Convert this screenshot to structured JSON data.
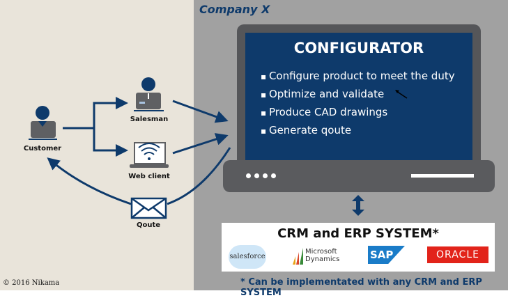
{
  "company_label": "Company X",
  "configurator": {
    "title": "CONFIGURATOR",
    "bullets": [
      "Configure product to meet the duty",
      "Optimize and validate",
      "Produce CAD drawings",
      "Generate qoute"
    ]
  },
  "actors": {
    "customer": "Customer",
    "salesman": "Salesman",
    "web_client": "Web client",
    "quote": "Qoute"
  },
  "crm": {
    "title": "CRM and ERP SYSTEM*",
    "logos": [
      "salesforce",
      "Microsoft Dynamics",
      "SAP",
      "ORACLE"
    ]
  },
  "footnote": "* Can be implementated with any CRM and ERP SYSTEM",
  "copyright": "© 2016 Nikama",
  "colors": {
    "navy": "#0e3a6b",
    "left_bg": "#e9e4da",
    "right_bg": "#a1a1a1",
    "oracle_red": "#e2231a",
    "sap_blue": "#1a7cc8"
  }
}
